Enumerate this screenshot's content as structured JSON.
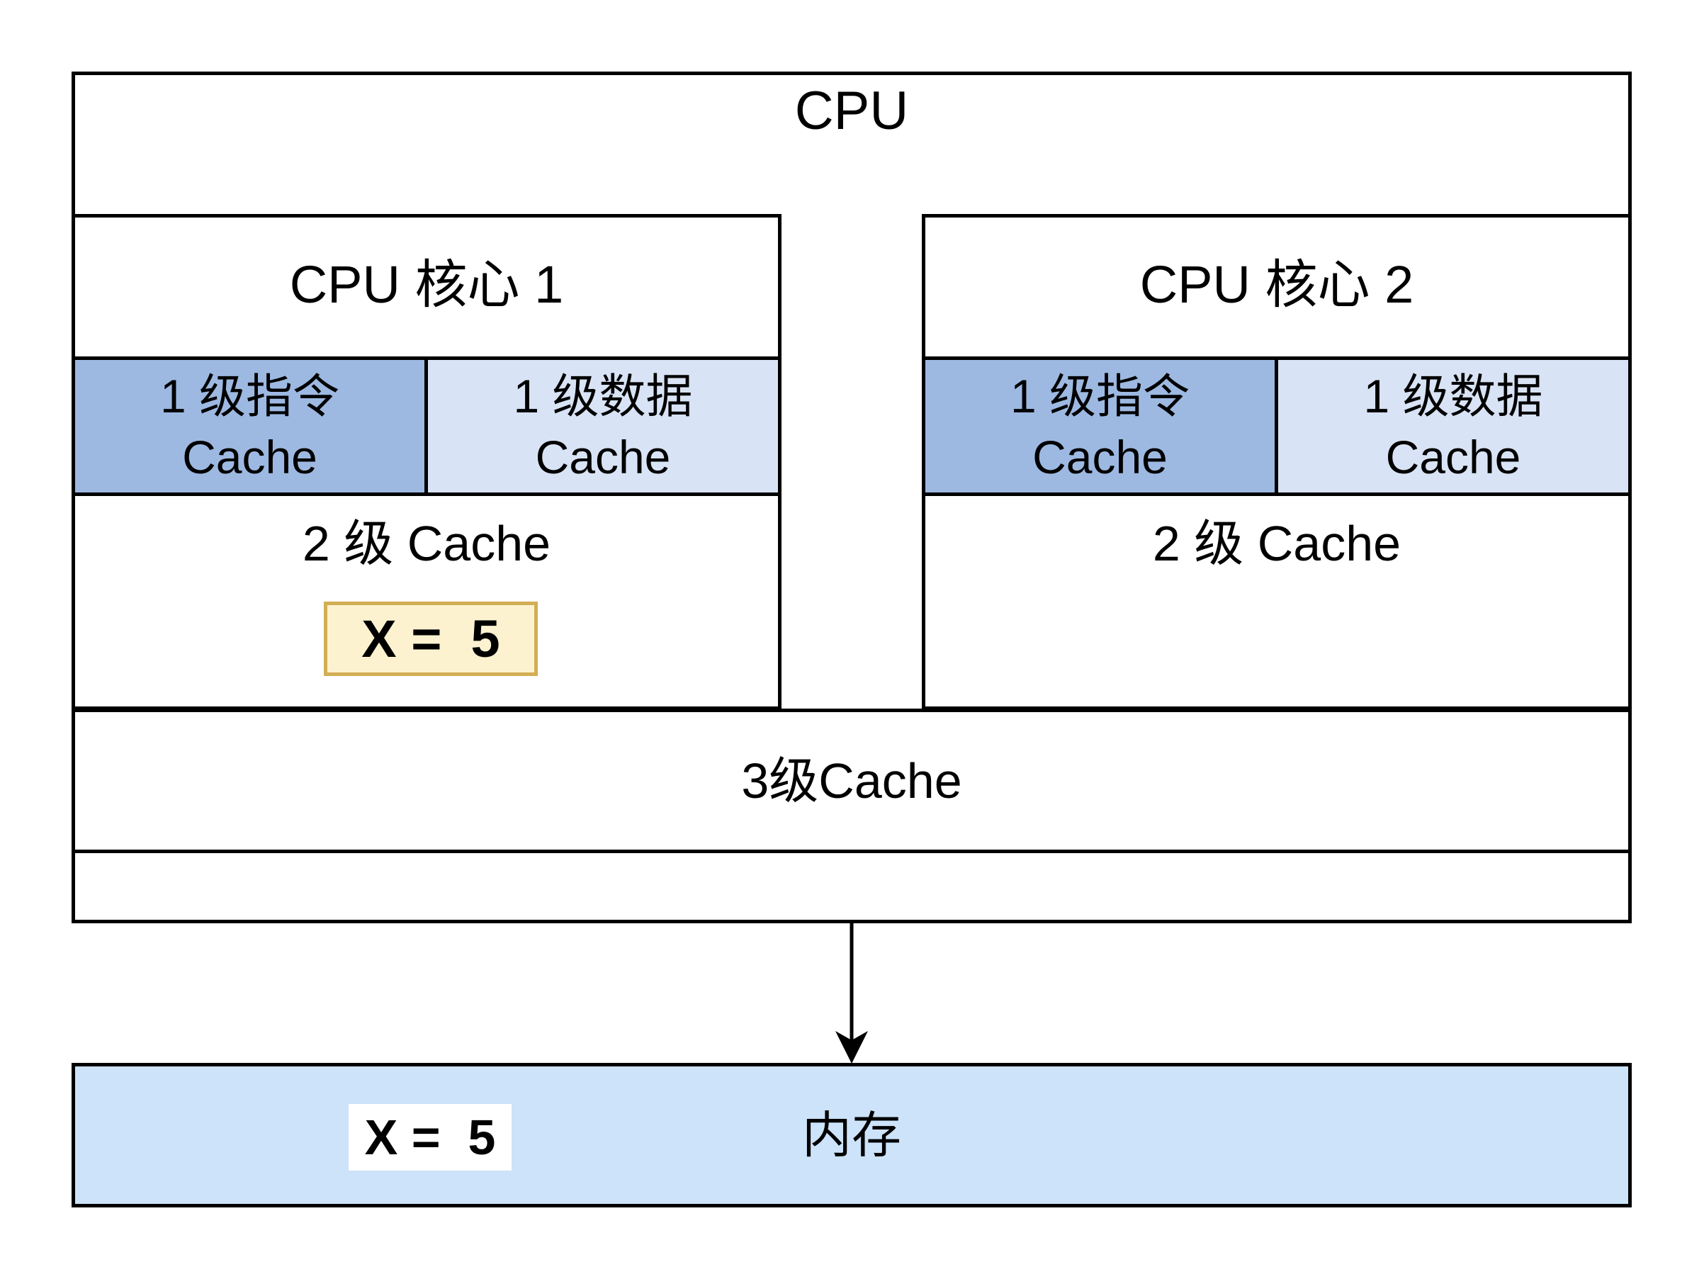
{
  "diagram": {
    "title": "CPU",
    "core1": {
      "title": "CPU 核心 1",
      "l1_instruction_line1": "1 级指令",
      "l1_instruction_line2": "Cache",
      "l1_data_line1": "1 级数据",
      "l1_data_line2": "Cache",
      "l2_label": "2 级 Cache",
      "cached_value": "X =  5"
    },
    "core2": {
      "title": "CPU 核心 2",
      "l1_instruction_line1": "1 级指令",
      "l1_instruction_line2": "Cache",
      "l1_data_line1": "1 级数据",
      "l1_data_line2": "Cache",
      "l2_label": "2 级 Cache"
    },
    "l3_label": "3级Cache",
    "memory": {
      "label": "内存",
      "value": "X =  5"
    },
    "colors": {
      "line": "#000000",
      "l1_instruction_fill": "#9db9e2",
      "l1_data_fill": "#d8e3f5",
      "memory_fill": "#cce3f9",
      "value_box_fill": "#fdf2d0",
      "value_box_border": "#d2ae54",
      "memory_value_fill": "#ffffff"
    }
  }
}
